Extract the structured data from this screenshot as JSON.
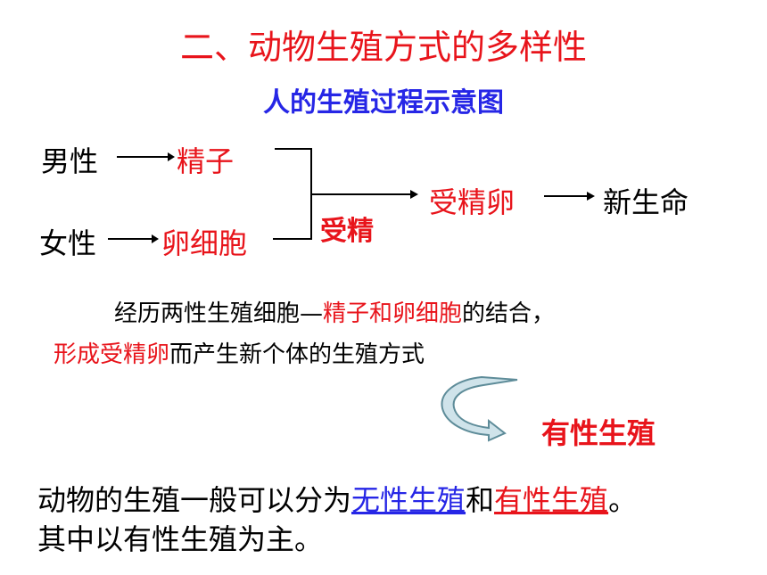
{
  "slide": {
    "title": "二、动物生殖方式的多样性",
    "subtitle": "人的生殖过程示意图"
  },
  "diagram": {
    "male_label": "男性",
    "male_cell": "精子",
    "female_label": "女性",
    "female_cell": "卵细胞",
    "fertilization_label": "受精",
    "zygote": "受精卵",
    "new_life": "新生命"
  },
  "definition": {
    "line1_a": "经历两性生殖细胞—",
    "line1_b": "精子和卵细胞",
    "line1_c": "的结合，",
    "line2_a": "形成受精卵",
    "line2_b": "而产生新个体的生殖方式"
  },
  "conclusion": {
    "label": "有性生殖"
  },
  "summary": {
    "line1_a": "动物的生殖一般可以分为",
    "line1_b": "无性生殖",
    "line1_c": "和",
    "line1_d": "有性生殖",
    "line1_e": "。",
    "line2": "其中以有性生殖为主。"
  },
  "colors": {
    "red": "#e8141b",
    "blue": "#2626e6",
    "arrow_fill": "#cfe3ea",
    "arrow_stroke": "#5e8c99"
  }
}
